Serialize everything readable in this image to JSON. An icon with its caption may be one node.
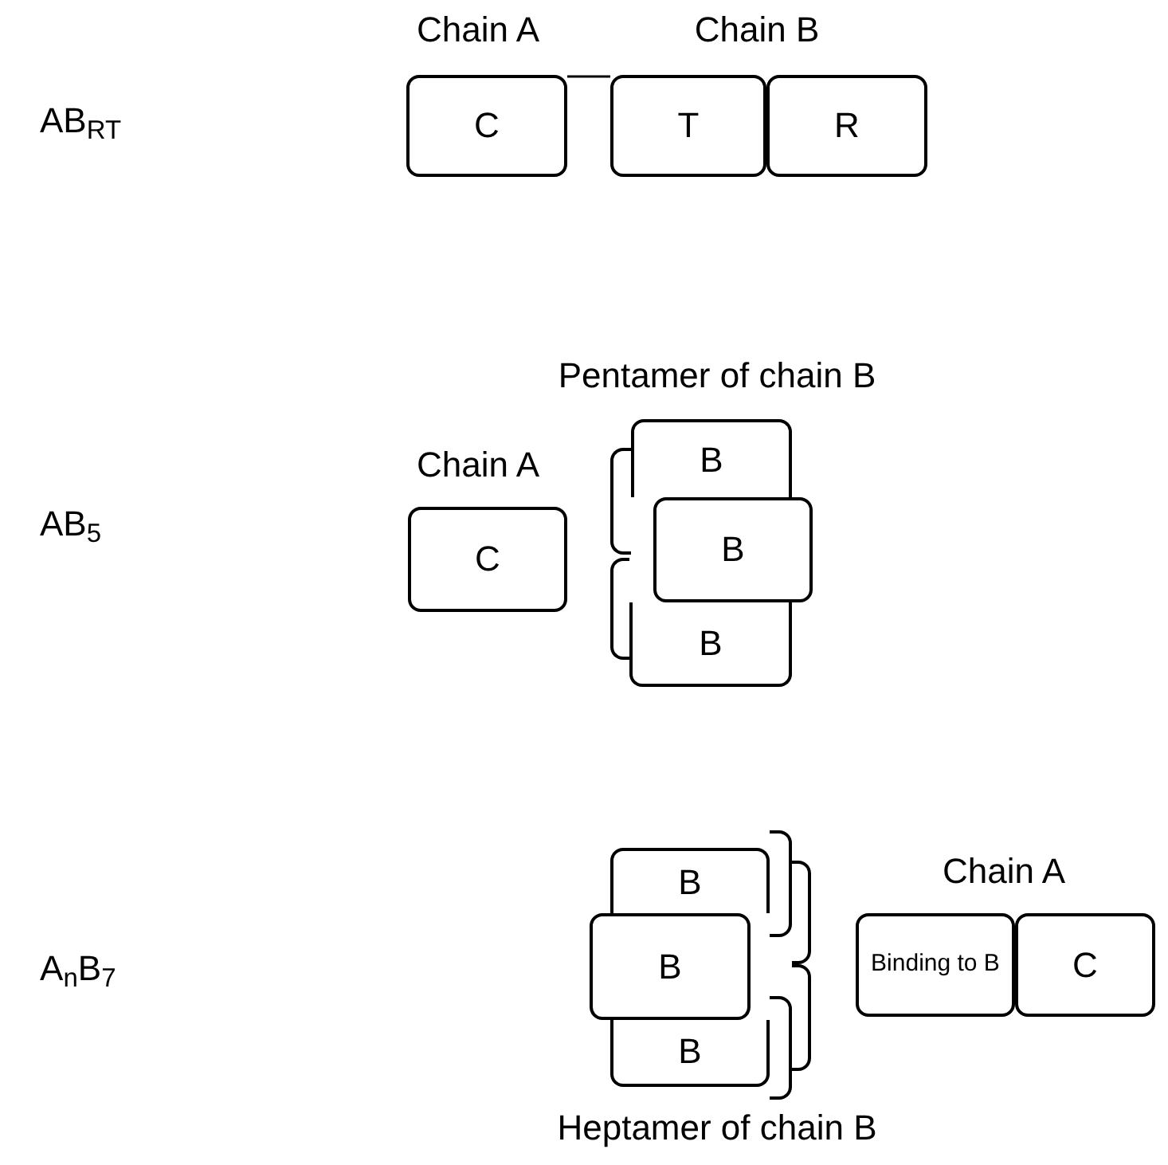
{
  "diagram": {
    "nodes": [
      {
        "text": [
          "C"
        ]
      },
      {
        "text": [
          "T"
        ]
      },
      {
        "text": [
          "R"
        ]
      },
      {
        "text": [
          "C"
        ]
      },
      {
        "text": [],
        "shape": "box"
      },
      {
        "text": [],
        "shape": "box"
      },
      {
        "text": [
          "B"
        ]
      },
      {
        "text": [
          "B"
        ]
      },
      {
        "text": [
          "B"
        ]
      },
      {
        "text": [],
        "shape": "box"
      },
      {
        "text": [
          "B"
        ]
      },
      {
        "text": [],
        "shape": "box"
      },
      {
        "text": [
          "B"
        ]
      },
      {
        "text": [
          "Binding to B"
        ]
      },
      {
        "text": [
          "C"
        ]
      },
      {
        "text": [],
        "shape": "box"
      },
      {
        "text": [
          "B"
        ]
      },
      {
        "text": [],
        "shape": "box"
      }
    ],
    "edges": [
      {
        "from": 0,
        "to": 1,
        "arrow": "none"
      }
    ],
    "labels": [
      "Chain A",
      "Chain B",
      "AB$_{RT}$",
      "Pentamer of chain B",
      "Chain A",
      "AB$_{5}$",
      "Chain A",
      "A$_{n}$B$_{7}$",
      "Heptamer of chain B"
    ]
  }
}
